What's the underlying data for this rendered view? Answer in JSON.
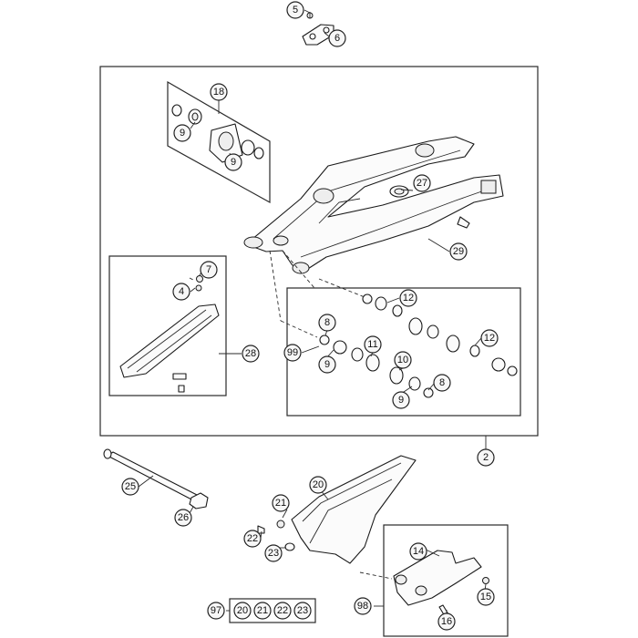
{
  "callouts": [
    {
      "id": "c5a",
      "label": "5"
    },
    {
      "id": "c6",
      "label": "6"
    },
    {
      "id": "c18",
      "label": "18"
    },
    {
      "id": "c9a",
      "label": "9"
    },
    {
      "id": "c9b",
      "label": "9"
    },
    {
      "id": "c27",
      "label": "27"
    },
    {
      "id": "c29",
      "label": "29"
    },
    {
      "id": "c7",
      "label": "7"
    },
    {
      "id": "c4",
      "label": "4"
    },
    {
      "id": "c28",
      "label": "28"
    },
    {
      "id": "c12a",
      "label": "12"
    },
    {
      "id": "c8a",
      "label": "8"
    },
    {
      "id": "c99",
      "label": "99"
    },
    {
      "id": "c11",
      "label": "11"
    },
    {
      "id": "c9c",
      "label": "9"
    },
    {
      "id": "c10",
      "label": "10"
    },
    {
      "id": "c12b",
      "label": "12"
    },
    {
      "id": "c8b",
      "label": "8"
    },
    {
      "id": "c9d",
      "label": "9"
    },
    {
      "id": "c2",
      "label": "2"
    },
    {
      "id": "c25",
      "label": "25"
    },
    {
      "id": "c26",
      "label": "26"
    },
    {
      "id": "c20",
      "label": "20"
    },
    {
      "id": "c21",
      "label": "21"
    },
    {
      "id": "c22",
      "label": "22"
    },
    {
      "id": "c23",
      "label": "23"
    },
    {
      "id": "c14",
      "label": "14"
    },
    {
      "id": "c15",
      "label": "15"
    },
    {
      "id": "c16",
      "label": "16"
    },
    {
      "id": "c98",
      "label": "98"
    },
    {
      "id": "c97",
      "label": "97"
    }
  ],
  "kit_97": [
    "20",
    "21",
    "22",
    "23"
  ]
}
